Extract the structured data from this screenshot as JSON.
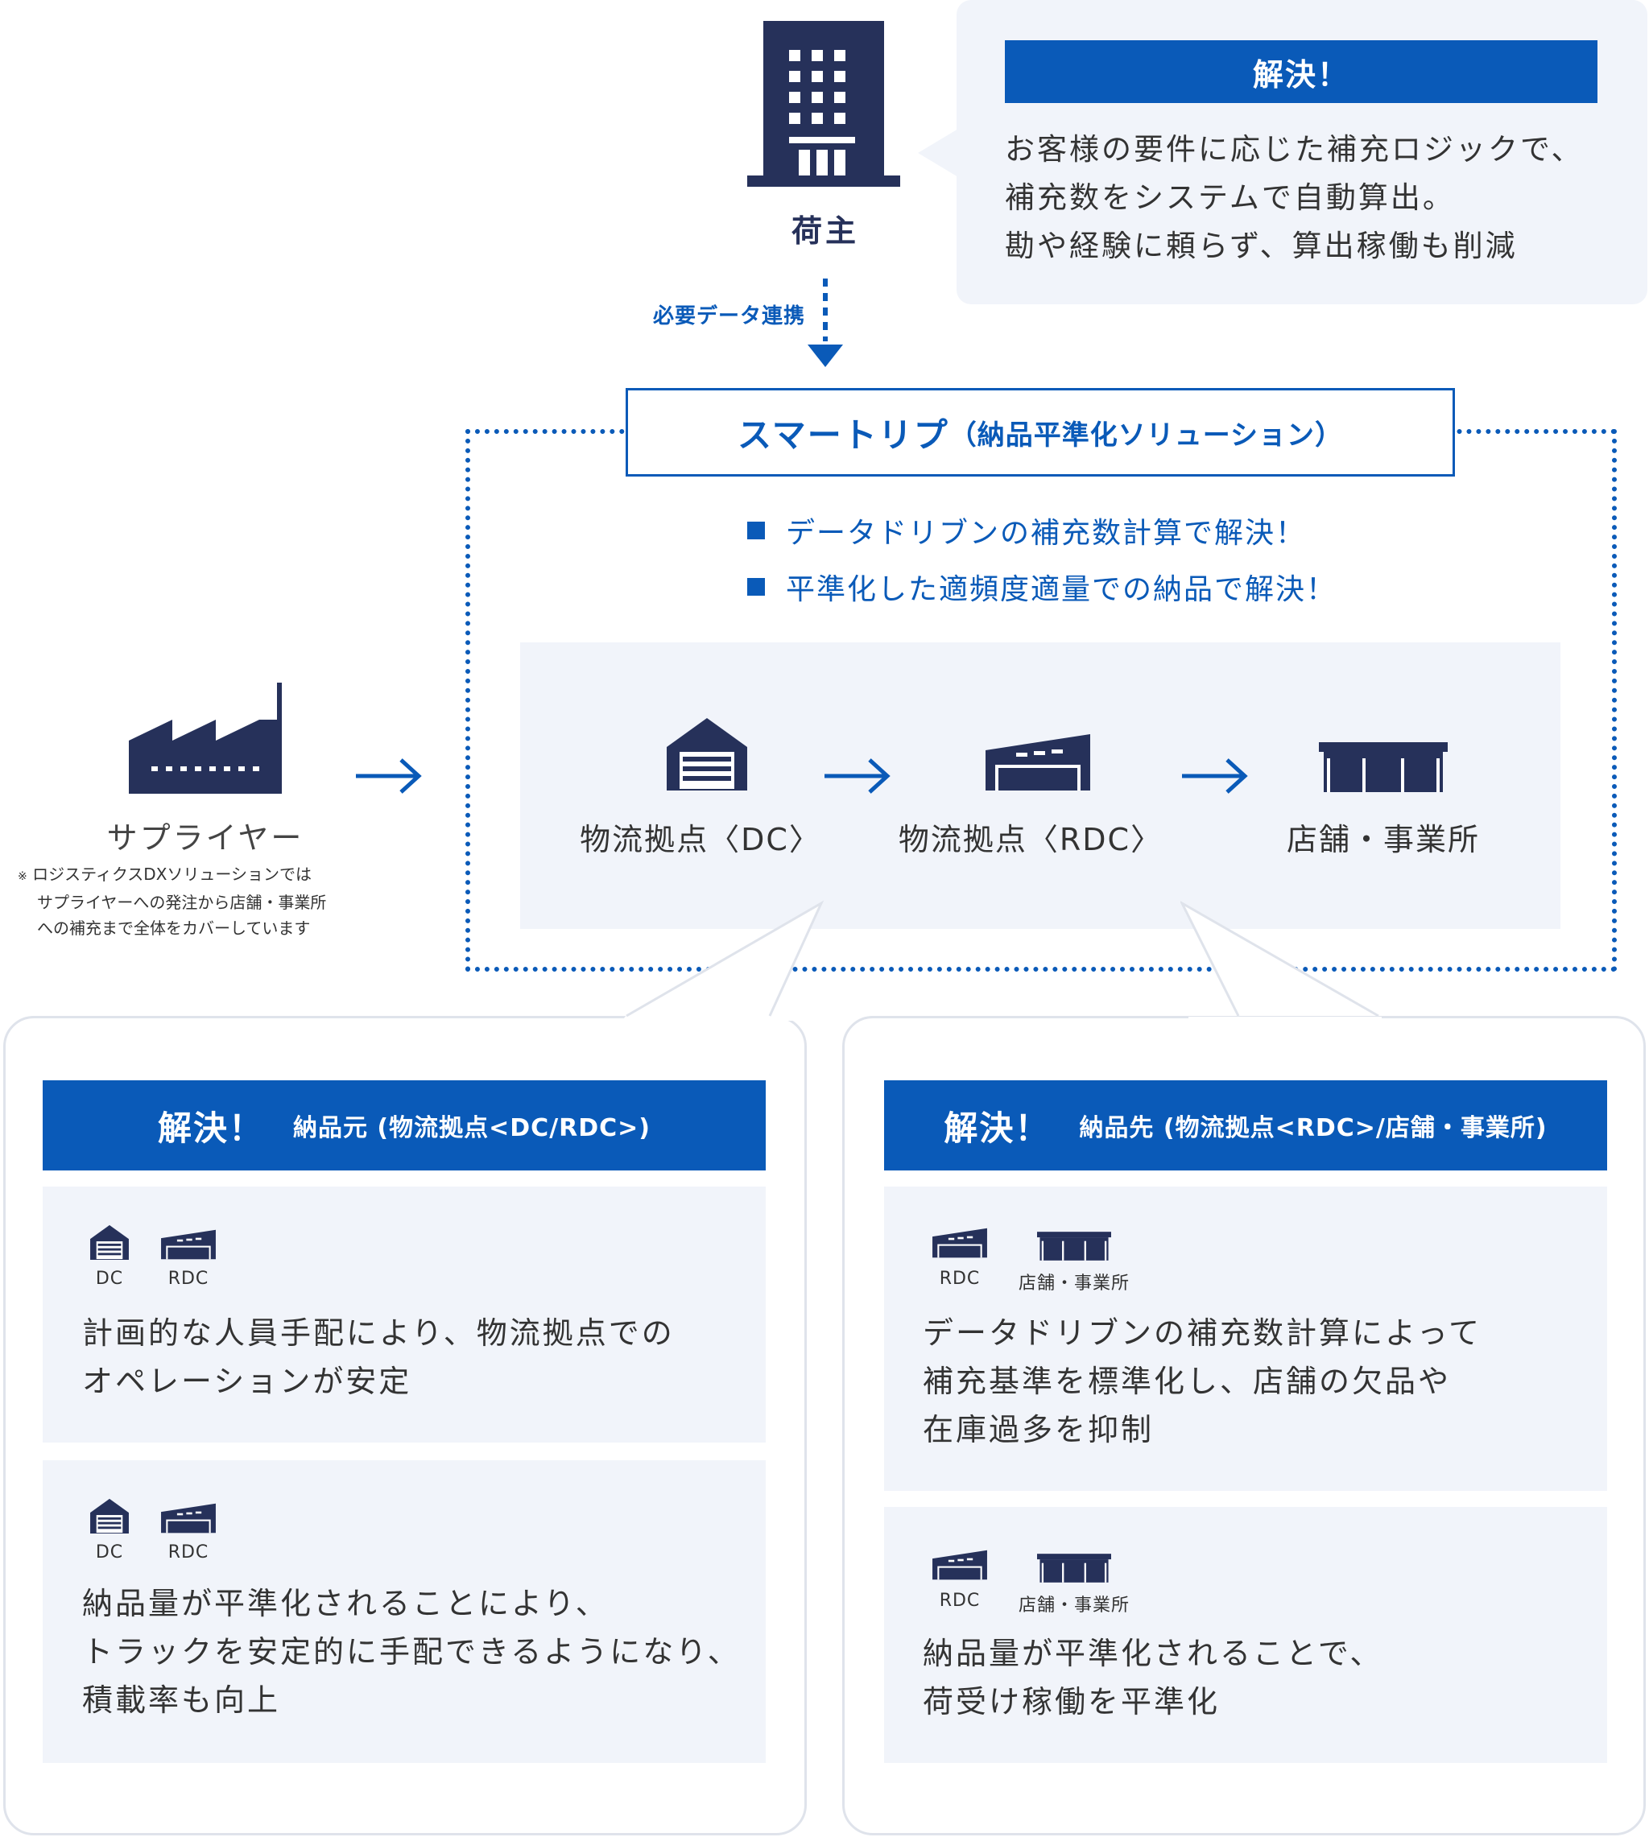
{
  "shipper": {
    "label": "荷主",
    "callout_title": "解決！",
    "callout_text": "お客様の要件に応じた補充ロジックで、\n補充数をシステムで自動算出。\n勘や経験に頼らず、算出稼働も削減"
  },
  "data_link_label": "必要データ連携",
  "solution": {
    "title": "スマートリプ",
    "subtitle": "（納品平準化ソリューション）",
    "bullets": [
      "データドリブンの補充数計算で解決！",
      "平準化した適頻度適量での納品で解決！"
    ],
    "flow": [
      "物流拠点〈DC〉",
      "物流拠点〈RDC〉",
      "店舗・事業所"
    ]
  },
  "supplier": {
    "label": "サプライヤー",
    "note_mark": "※",
    "note_lines": [
      "ロジスティクスDXソリューションでは",
      "サプライヤーへの発注から店舗・事業所",
      "への補充まで全体をカバーしています"
    ]
  },
  "panels": {
    "left": {
      "banner": "解決！",
      "subtitle": "納品元 (物流拠点<DC/RDC>)",
      "cards": [
        {
          "icons": [
            "DC",
            "RDC"
          ],
          "text": "計画的な人員手配により、物流拠点での\nオペレーションが安定"
        },
        {
          "icons": [
            "DC",
            "RDC"
          ],
          "text": "納品量が平準化されることにより、\nトラックを安定的に手配できるようになり、\n積載率も向上"
        }
      ]
    },
    "right": {
      "banner": "解決！",
      "subtitle": "納品先 (物流拠点<RDC>/店舗・事業所)",
      "cards": [
        {
          "icons": [
            "RDC",
            "店舗・事業所"
          ],
          "text": "データドリブンの補充数計算によって\n補充基準を標準化し、店舗の欠品や\n在庫過多を抑制"
        },
        {
          "icons": [
            "RDC",
            "店舗・事業所"
          ],
          "text": "納品量が平準化されることで、\n荷受け稼働を平準化"
        }
      ]
    }
  },
  "colors": {
    "navy": "#26315a",
    "blue": "#0a5ab8",
    "light_bg": "#f1f4fa",
    "border": "#dfe3eb"
  }
}
